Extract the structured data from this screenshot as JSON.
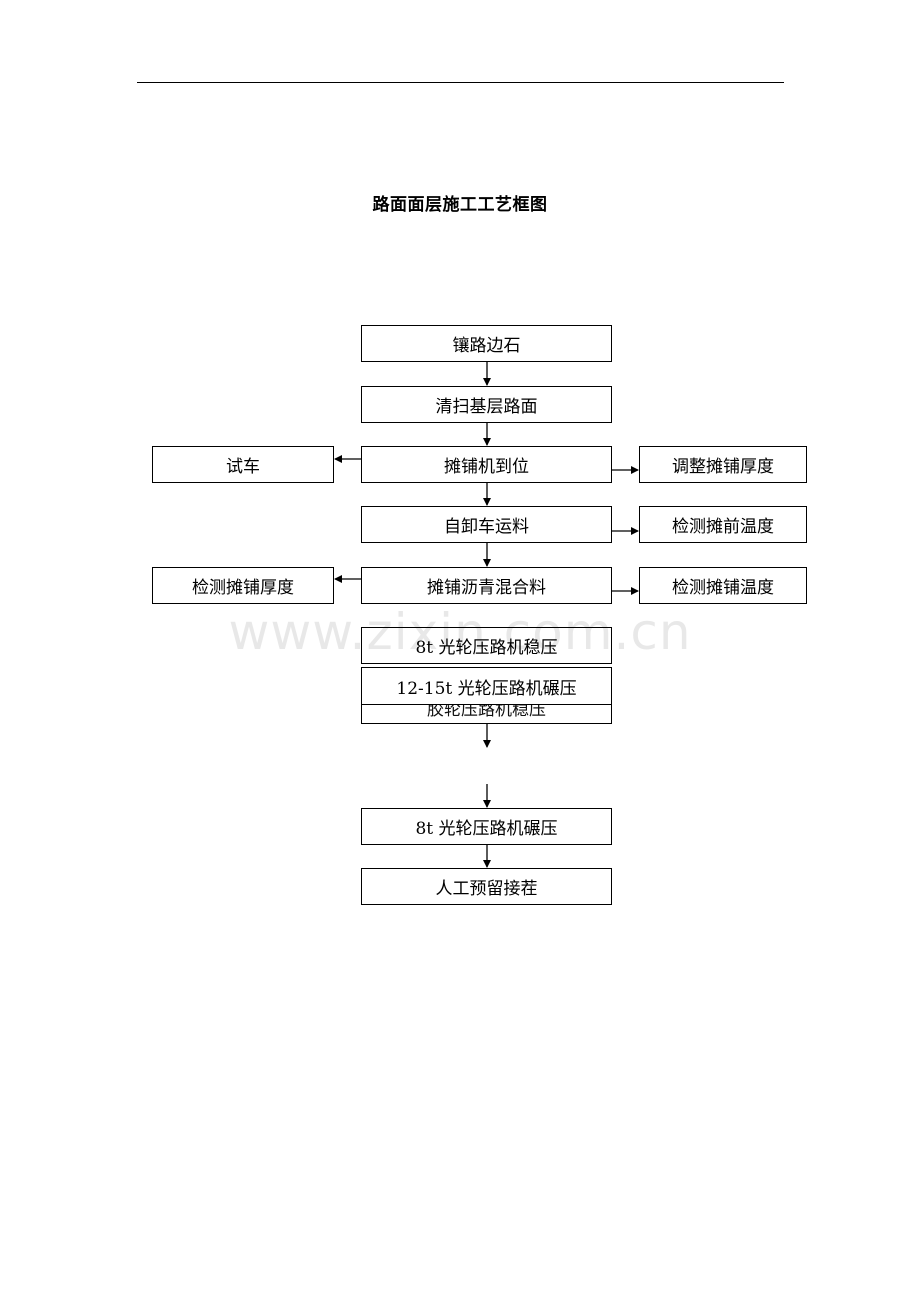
{
  "title": "路面面层施工工艺框图",
  "watermark": "www.zixin.com.cn",
  "flow": {
    "step1": "镶路边石",
    "step2": "清扫基层路面",
    "step3": "摊铺机到位",
    "step4": "自卸车运料",
    "step5": "摊铺沥青混合料",
    "step6": "8t 光轮压路机稳压",
    "step7_hidden": "胶轮压路机稳压",
    "step7": "12-15t 光轮压路机碾压",
    "step8": "8t 光轮压路机碾压",
    "step9": "人工预留接茬"
  },
  "left": {
    "test_run": "试车",
    "check_thickness": "检测摊铺厚度"
  },
  "right": {
    "adjust_thickness": "调整摊铺厚度",
    "check_pre_temp": "检测摊前温度",
    "check_temp": "检测摊铺温度"
  }
}
